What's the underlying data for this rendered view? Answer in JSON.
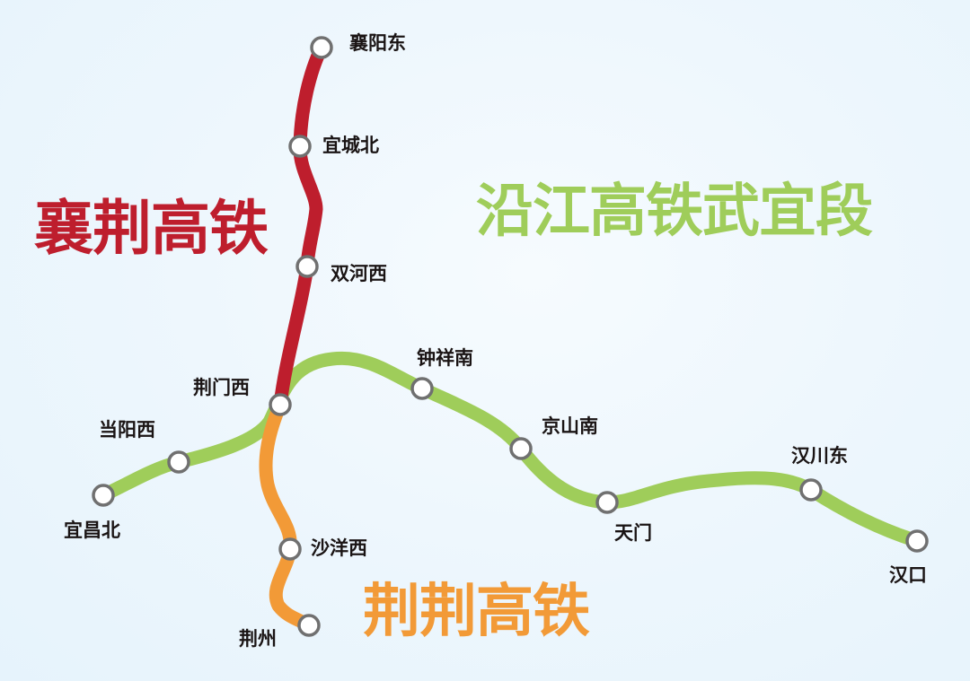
{
  "colors": {
    "xiangjing_line": "#be1e2d",
    "yanjiang_line": "#9fcd5a",
    "jingjing_line": "#f29a37",
    "station_fill": "#ffffff",
    "station_stroke": "#707070",
    "label_text": "#1a1414",
    "background": "#e8f4fc"
  },
  "titles": {
    "xiangjing": "襄荆高铁",
    "yanjiang": "沿江高铁武宜段",
    "jingjing": "荆荆高铁"
  },
  "lines": [
    {
      "id": "xiangjing",
      "name": "襄荆高铁",
      "stations": [
        "襄阳东",
        "宜城北",
        "双河西",
        "荆门西"
      ]
    },
    {
      "id": "yanjiang",
      "name": "沿江高铁武宜段",
      "stations": [
        "宜昌北",
        "当阳西",
        "荆门西",
        "钟祥南",
        "京山南",
        "天门",
        "汉川东",
        "汉口"
      ]
    },
    {
      "id": "jingjing",
      "name": "荆荆高铁",
      "stations": [
        "荆门西",
        "沙洋西",
        "荆州"
      ]
    }
  ],
  "stations": {
    "xiangyang_east": "襄阳东",
    "yicheng_north": "宜城北",
    "shuanghe_west": "双河西",
    "jingmen_west": "荆门西",
    "dangyang_west": "当阳西",
    "yichang_north": "宜昌北",
    "zhongxiang_south": "钟祥南",
    "jingshan_south": "京山南",
    "tianmen": "天门",
    "hanchuan_east": "汉川东",
    "hankou": "汉口",
    "shayang_west": "沙洋西",
    "jingzhou": "荆州"
  }
}
